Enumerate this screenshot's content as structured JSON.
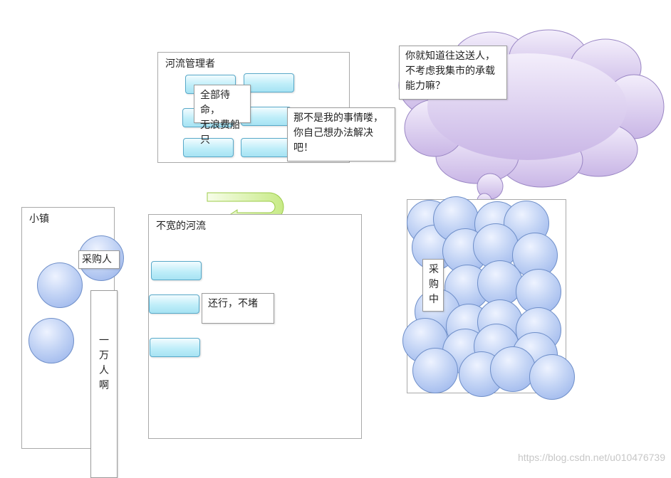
{
  "river_manager": {
    "title": "河流管理者",
    "note_wait": "全部待命，\n无浪费船只",
    "note_not_mine": "那不是我的事情喽，\n你自己想办法解决吧！"
  },
  "town": {
    "title": "小镇",
    "buyer_label": "采购人",
    "population_label": "一\n万\n人\n啊"
  },
  "river": {
    "title": "不宽的河流",
    "note_flow": "还行，不堵"
  },
  "market": {
    "buying_label": "采\n购\n中",
    "thought": "你就知道往这送人，\n不考虑我集市的承载\n能力嘛？"
  },
  "watermark": "https://blog.csdn.net/u010476739",
  "colors": {
    "boat_fill": "#bfeef9",
    "circle_fill": "#a9c0ef",
    "cloud_fill": "#d4c6ea",
    "arrow_fill": "#d9f2a6"
  }
}
